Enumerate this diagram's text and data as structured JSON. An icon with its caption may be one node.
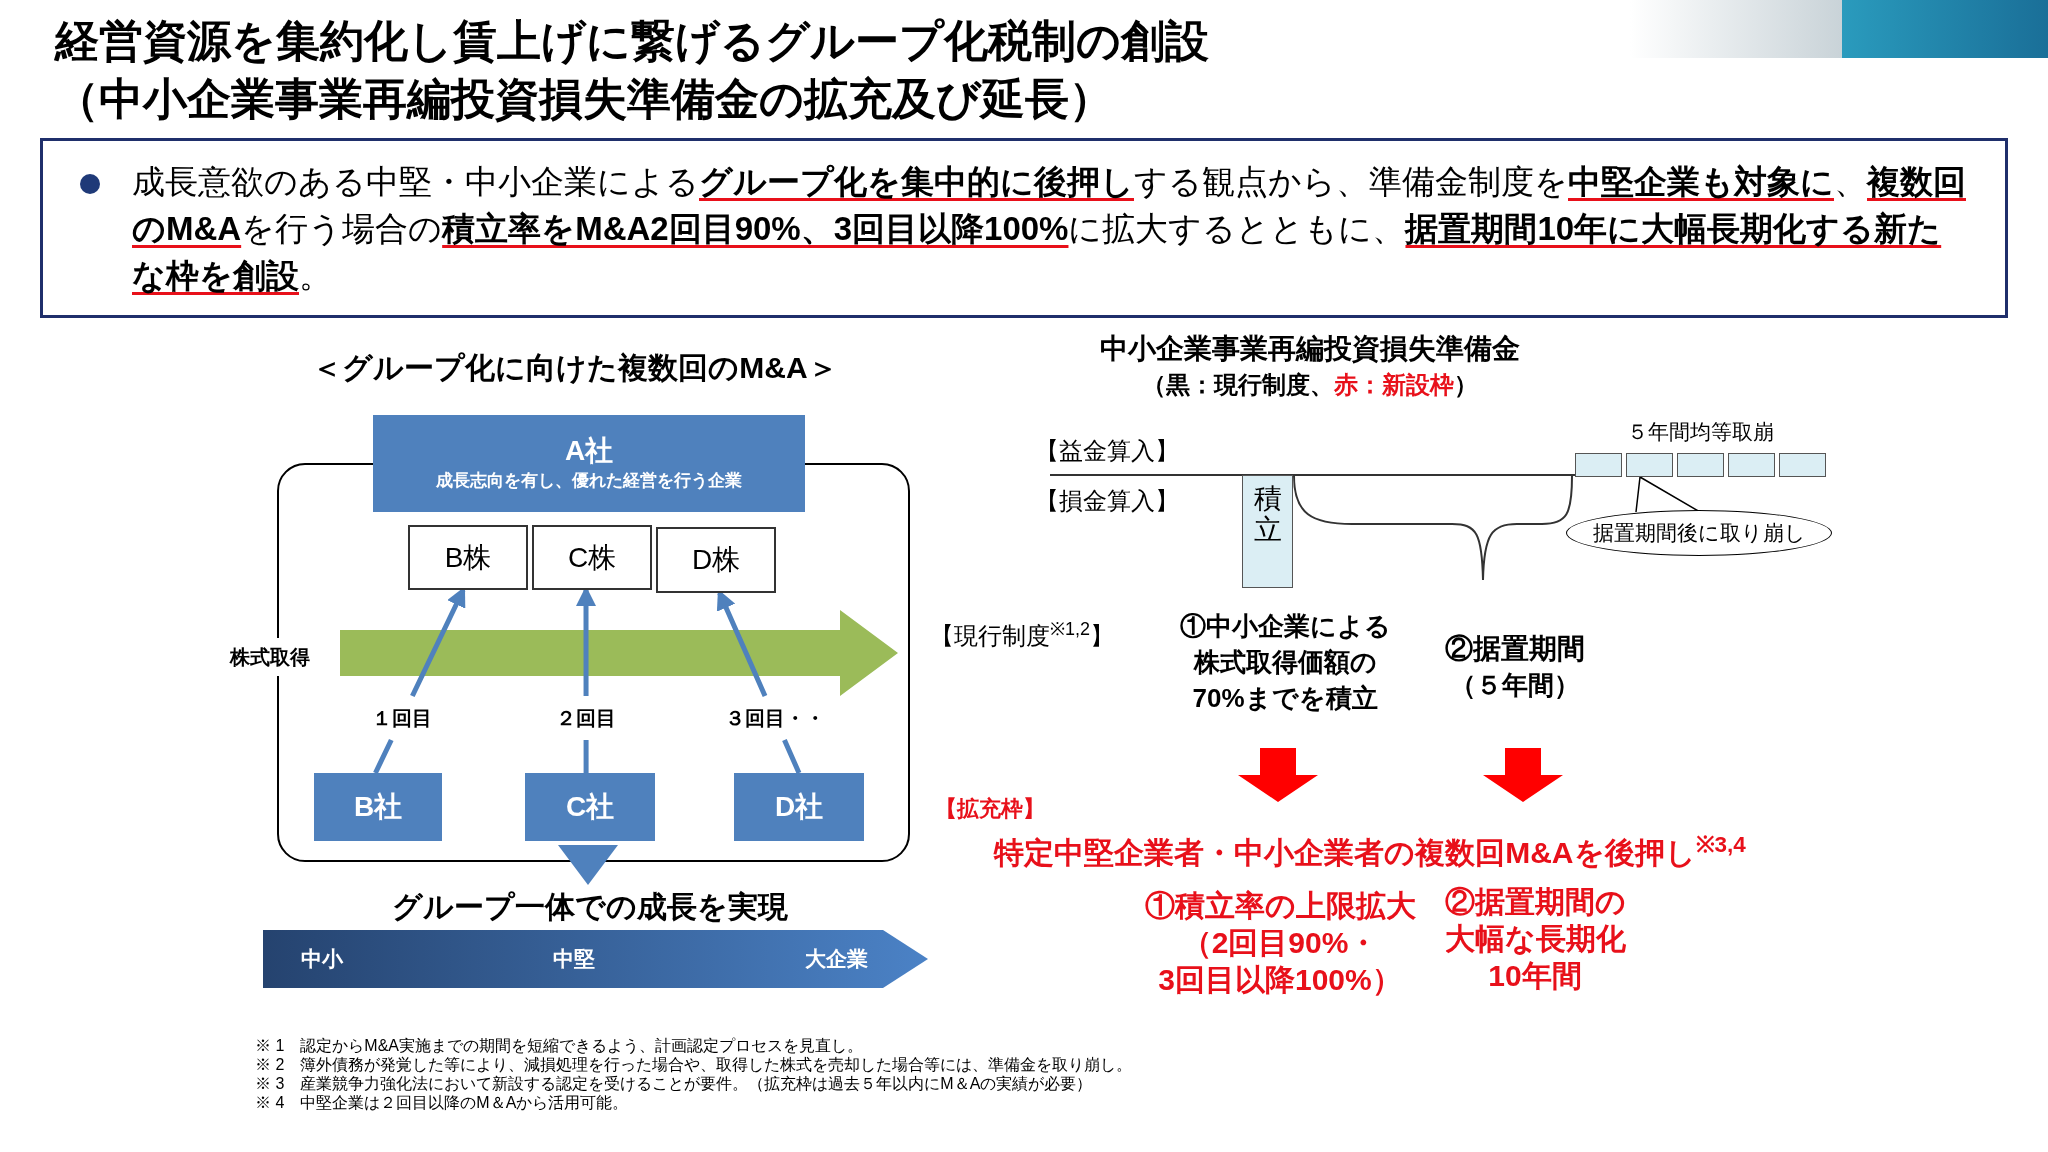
{
  "diagram": {
    "title": "経営資源を集約化し賃上げに繋げるグループ化税制の創設（中小企業事業再編投資損失準備金の拡充及び延長）",
    "nodes": [
      {
        "text": [
          "A社",
          "成長志向を有し、優れた経営を行う企業"
        ]
      },
      {
        "text": [],
        "shape": "box"
      },
      {
        "text": [
          "B株"
        ],
        "in": 1
      },
      {
        "text": [
          "C株"
        ],
        "in": 1
      },
      {
        "text": [
          "D株"
        ],
        "in": 1
      },
      {
        "text": [
          "B社"
        ],
        "in": 1
      },
      {
        "text": [
          "C社"
        ],
        "in": 1
      },
      {
        "text": [
          "D社"
        ],
        "in": 1
      },
      {
        "text": [
          "中小",
          "中堅",
          "大企業"
        ]
      },
      {
        "text": [
          "積立"
        ]
      },
      {
        "text": [],
        "shape": "box"
      },
      {
        "text": [],
        "shape": "box"
      },
      {
        "text": [],
        "shape": "box"
      },
      {
        "text": [],
        "shape": "box"
      },
      {
        "text": [],
        "shape": "box"
      },
      {
        "text": [
          "据置期間後に取り崩し"
        ]
      }
    ],
    "edges": [
      {
        "from": 5,
        "to": 2,
        "arrow": "to",
        "label": "１回目"
      },
      {
        "from": 6,
        "to": 3,
        "arrow": "to",
        "label": "２回目"
      },
      {
        "from": 7,
        "to": 4,
        "arrow": "to",
        "label": "３回目・・"
      },
      {
        "from": 15,
        "to": 11,
        "arrow": "none",
        "color": "#000000"
      }
    ],
    "labels": [
      "成長意欲のある中堅・中小企業による**グループ化を集中的に後押し**する観点から、準備金制度を**中堅企業も対象に**、**複数回のM&A**を行う場合の**積立率をM&A2回目90%、3回目以降100%**に拡大するとともに、**据置期間10年に大幅長期化する新たな枠を創設**。",
      "＜グループ化に向けた複数回のM&A＞",
      "株式取得",
      "グループ一体での成長を実現",
      "中小企業事業再編投資損失準備金",
      "（黒：現行制度、",
      "赤：新設枠",
      "）",
      "５年間均等取崩",
      "【益金算入】",
      "【損金算入】",
      "【現行制度$^{※1,2}$】",
      "①中小企業による株式取得価額の70%までを積立",
      "②据置期間",
      "（５年間）",
      "【拡充枠】",
      "特定中堅企業者・中小企業者の複数回M&Aを後押し$^{※3,4}$",
      "①積立率の上限拡大",
      "（2回目90%・",
      "3回目以降100%）",
      "②据置期間の大幅な長期化10年間",
      "※ 1　認定からM&A実施までの期間を短縮できるよう、計画認定プロセスを見直し。",
      "※ 2　簿外債務が発覚した等により、減損処理を行った場合や、取得した株式を売却した場合等には、準備金を取り崩し。",
      "※ 3　産業競争力強化法において新設する認定を受けることが要件。（拡充枠は過去５年以内にM＆Aの実績が必要）",
      "※ 4　中堅企業は２回目以降のM＆Aから活用可能。"
    ]
  }
}
